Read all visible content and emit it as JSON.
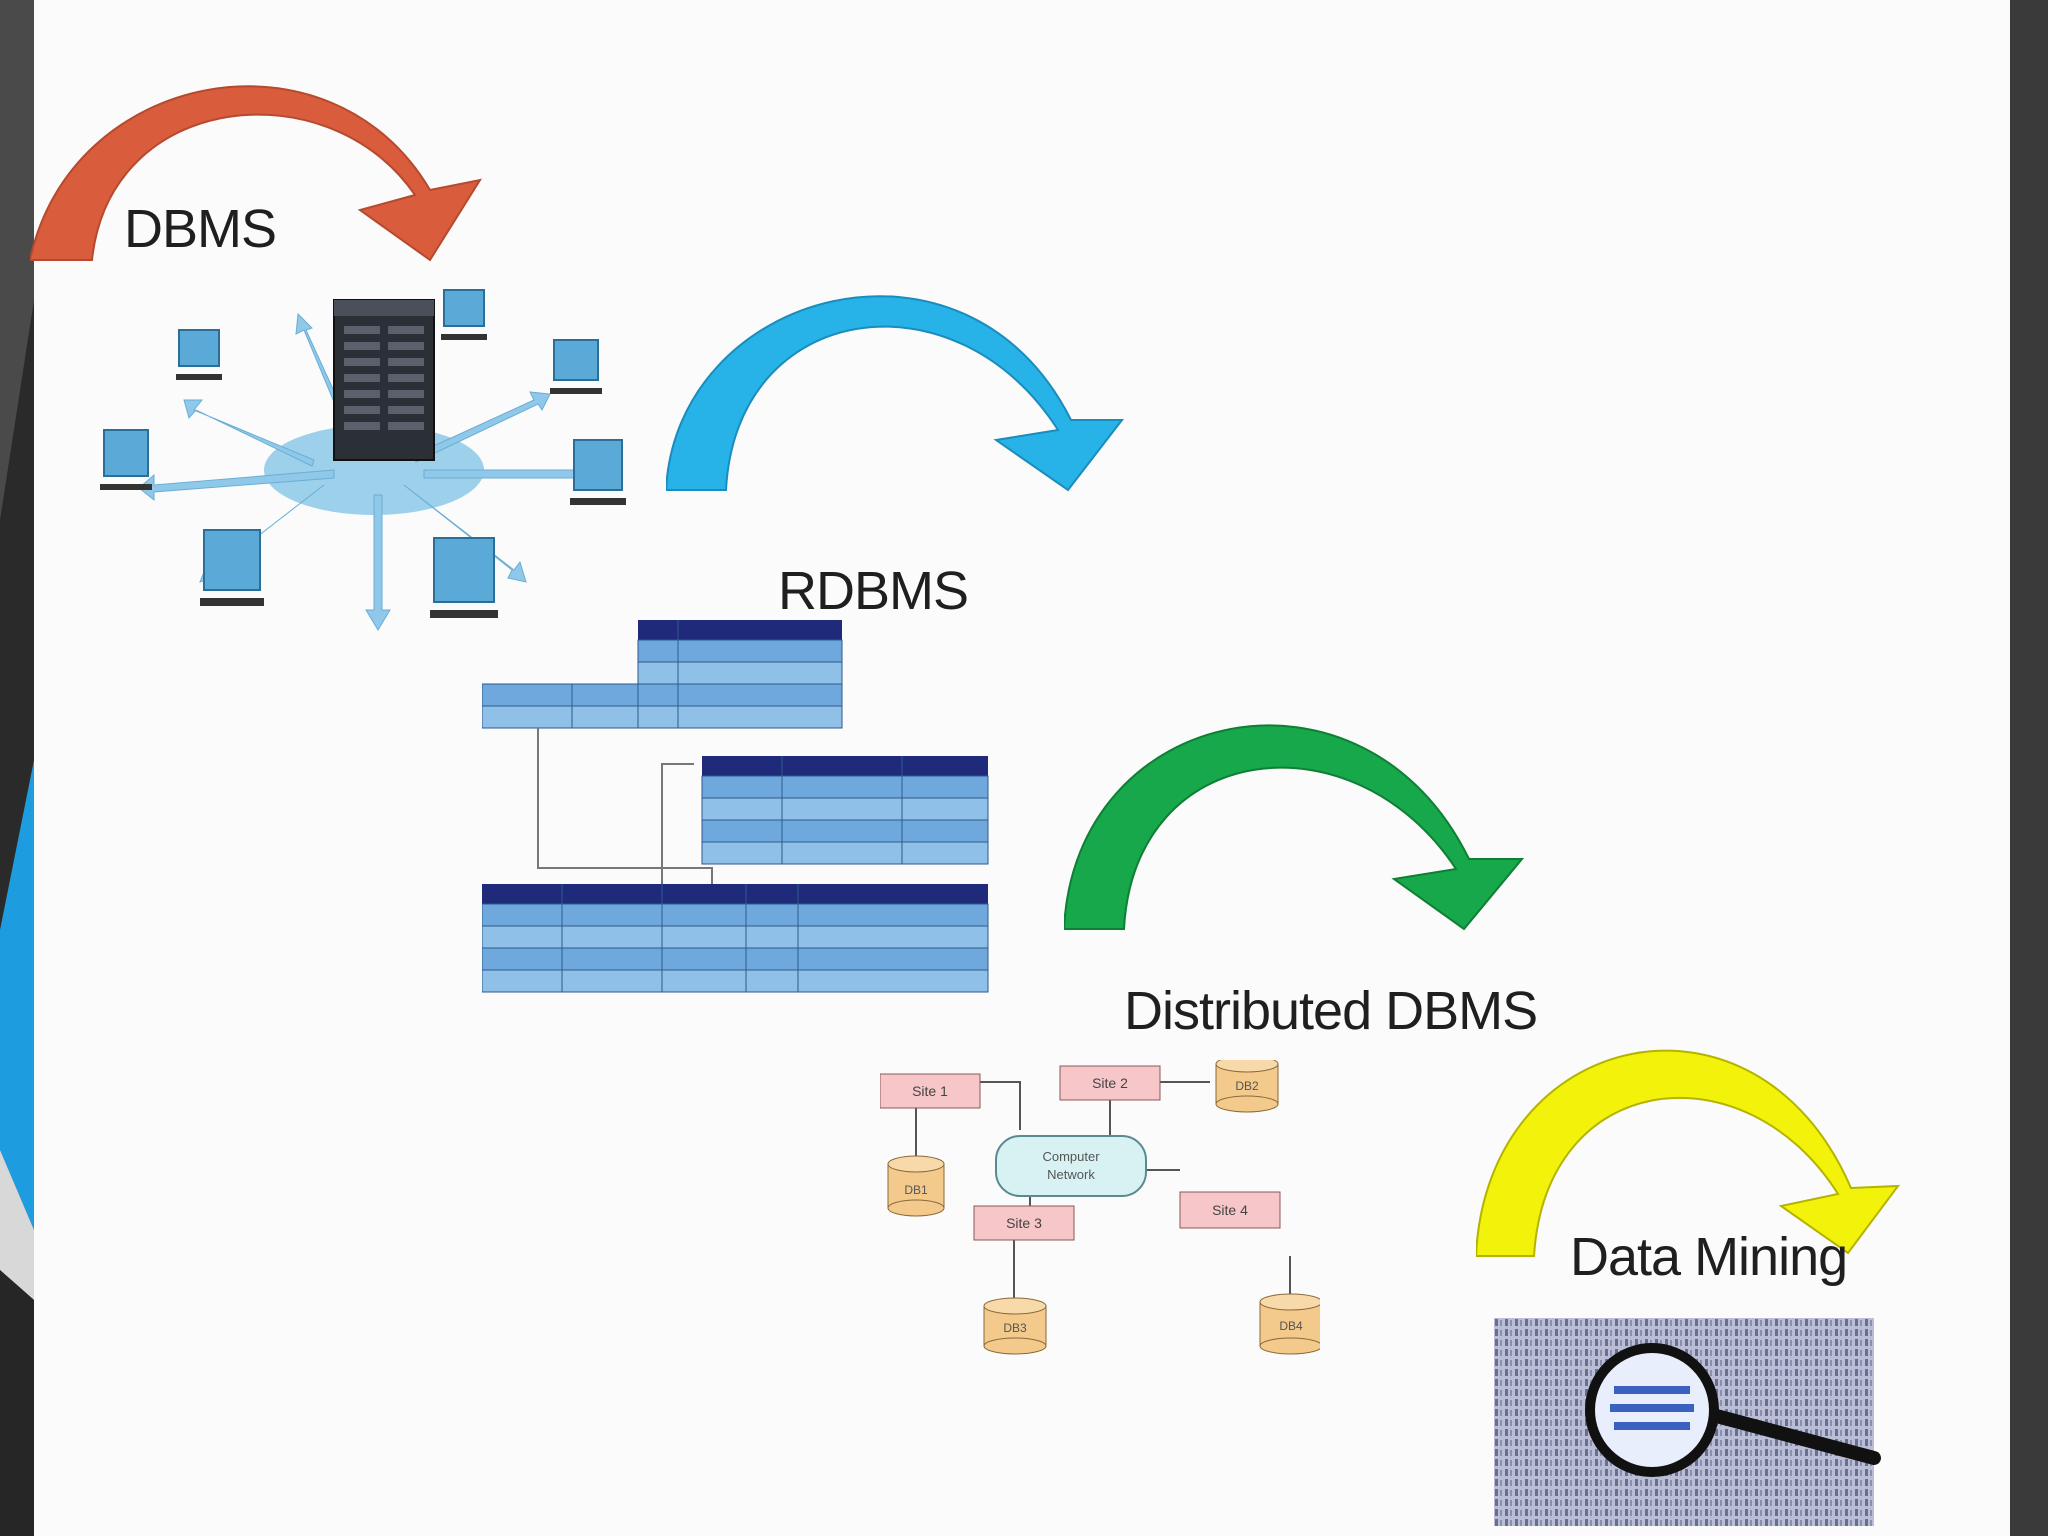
{
  "stages": [
    {
      "label": "DBMS",
      "arrow_color": "#d95c3c"
    },
    {
      "label": "RDBMS",
      "arrow_color": "#27b3e8"
    },
    {
      "label": "Distributed DBMS",
      "arrow_color": "#16a84a"
    },
    {
      "label": "Data Mining",
      "arrow_color": "#f2f20a"
    }
  ],
  "distributed_diagram": {
    "sites": [
      "Site 1",
      "Site 2",
      "Site 3",
      "Site 4"
    ],
    "databases": [
      "DB1",
      "DB2",
      "DB3",
      "DB4"
    ],
    "network_label_line1": "Computer",
    "network_label_line2": "Network"
  }
}
